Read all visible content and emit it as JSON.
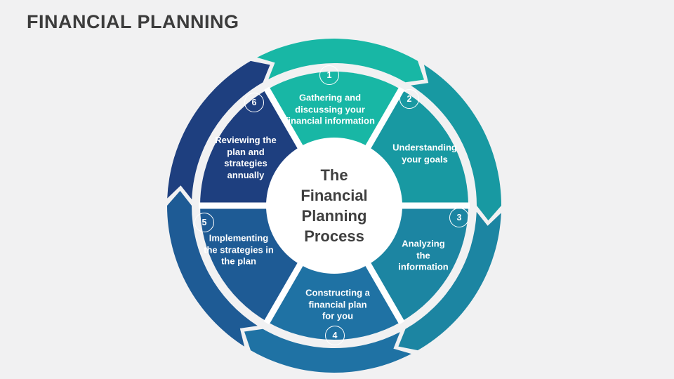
{
  "page": {
    "title": "FINANCIAL PLANNING",
    "background_color": "#f1f1f2",
    "title_color": "#3c3c3c"
  },
  "diagram": {
    "type": "circular-process-cycle",
    "direction": "clockwise",
    "center_label_lines": [
      "The",
      "Financial",
      "Planning",
      "Process"
    ],
    "segments": [
      {
        "number": "1",
        "color": "#18b7a5",
        "label_lines": [
          "Gathering and",
          "discussing your",
          "financial information"
        ]
      },
      {
        "number": "2",
        "color": "#1899a2",
        "label_lines": [
          "Understanding",
          "your goals"
        ]
      },
      {
        "number": "3",
        "color": "#1c85a2",
        "label_lines": [
          "Analyzing",
          "the",
          "information"
        ]
      },
      {
        "number": "4",
        "color": "#1f72a4",
        "label_lines": [
          "Constructing a",
          "financial plan",
          "for you"
        ]
      },
      {
        "number": "5",
        "color": "#1e5b95",
        "label_lines": [
          "Implementing",
          "the strategies in",
          "the plan"
        ]
      },
      {
        "number": "6",
        "color": "#1e3f7f",
        "label_lines": [
          "Reviewing the",
          "plan and",
          "strategies",
          "annually"
        ]
      }
    ]
  }
}
